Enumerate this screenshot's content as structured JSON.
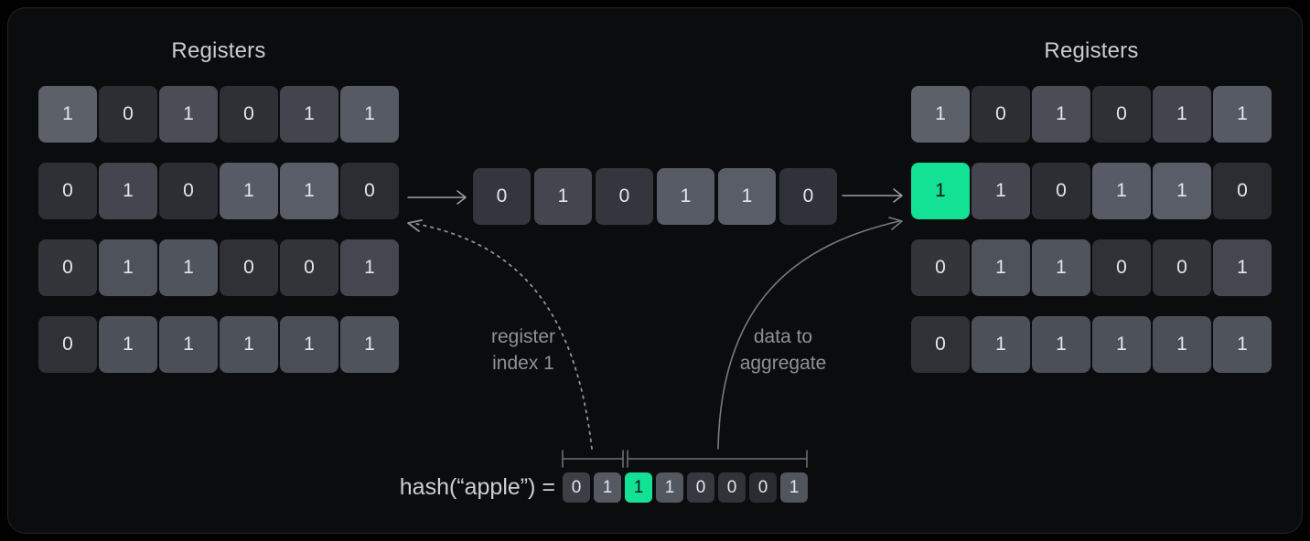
{
  "colors": {
    "background": "#010101",
    "panel": "#0b0c0e",
    "panel_border": "#212326",
    "accent_green": "#13e295",
    "green_cell_text": "#12151a",
    "cell_text": "#e3e6ea",
    "title_text": "#c9cdd2",
    "hash_text": "#ccd0d5",
    "label_text": "#8d9298",
    "arrow_gray": "#9aa0a8",
    "curve_gray": "#767b82"
  },
  "left_registers": {
    "title": "Registers",
    "rows": [
      [
        {
          "v": "1",
          "bg": "#5b6069"
        },
        {
          "v": "0",
          "bg": "#2c2e34"
        },
        {
          "v": "1",
          "bg": "#4a4d56"
        },
        {
          "v": "0",
          "bg": "#2e3036"
        },
        {
          "v": "1",
          "bg": "#42454d"
        },
        {
          "v": "1",
          "bg": "#555a64"
        }
      ],
      [
        {
          "v": "0",
          "bg": "#2e3036"
        },
        {
          "v": "1",
          "bg": "#43464e"
        },
        {
          "v": "0",
          "bg": "#2c2e34"
        },
        {
          "v": "1",
          "bg": "#565b65"
        },
        {
          "v": "1",
          "bg": "#585d68"
        },
        {
          "v": "0",
          "bg": "#2b2d33"
        }
      ],
      [
        {
          "v": "0",
          "bg": "#33353b"
        },
        {
          "v": "1",
          "bg": "#4e525b"
        },
        {
          "v": "1",
          "bg": "#50545d"
        },
        {
          "v": "0",
          "bg": "#2f3137"
        },
        {
          "v": "0",
          "bg": "#323439"
        },
        {
          "v": "1",
          "bg": "#44474f"
        }
      ],
      [
        {
          "v": "0",
          "bg": "#2f3136"
        },
        {
          "v": "1",
          "bg": "#4c5059"
        },
        {
          "v": "1",
          "bg": "#4b4f58"
        },
        {
          "v": "1",
          "bg": "#4d515a"
        },
        {
          "v": "1",
          "bg": "#4a4e56"
        },
        {
          "v": "1",
          "bg": "#4f535c"
        }
      ]
    ]
  },
  "right_registers": {
    "title": "Registers",
    "rows": [
      [
        {
          "v": "1",
          "bg": "#5b6069"
        },
        {
          "v": "0",
          "bg": "#2c2e34"
        },
        {
          "v": "1",
          "bg": "#4a4d56"
        },
        {
          "v": "0",
          "bg": "#2e3036"
        },
        {
          "v": "1",
          "bg": "#42454d"
        },
        {
          "v": "1",
          "bg": "#555a64"
        }
      ],
      [
        {
          "v": "1",
          "bg": "#13e295",
          "fg": "#12151a"
        },
        {
          "v": "1",
          "bg": "#43464e"
        },
        {
          "v": "0",
          "bg": "#2c2e34"
        },
        {
          "v": "1",
          "bg": "#565b65"
        },
        {
          "v": "1",
          "bg": "#585d68"
        },
        {
          "v": "0",
          "bg": "#2b2d33"
        }
      ],
      [
        {
          "v": "0",
          "bg": "#33353b"
        },
        {
          "v": "1",
          "bg": "#4e525b"
        },
        {
          "v": "1",
          "bg": "#50545d"
        },
        {
          "v": "0",
          "bg": "#2f3137"
        },
        {
          "v": "0",
          "bg": "#323439"
        },
        {
          "v": "1",
          "bg": "#44474f"
        }
      ],
      [
        {
          "v": "0",
          "bg": "#2f3136"
        },
        {
          "v": "1",
          "bg": "#4c5059"
        },
        {
          "v": "1",
          "bg": "#4b4f58"
        },
        {
          "v": "1",
          "bg": "#4d515a"
        },
        {
          "v": "1",
          "bg": "#4a4e56"
        },
        {
          "v": "1",
          "bg": "#4f535c"
        }
      ]
    ]
  },
  "extracted_row": {
    "cells": [
      {
        "v": "0",
        "bg": "#33363d"
      },
      {
        "v": "1",
        "bg": "#43464e"
      },
      {
        "v": "0",
        "bg": "#33363d"
      },
      {
        "v": "1",
        "bg": "#565b65"
      },
      {
        "v": "1",
        "bg": "#585d68"
      },
      {
        "v": "0",
        "bg": "#303239"
      }
    ]
  },
  "hash": {
    "label": "hash(“apple”) =",
    "bits": [
      {
        "v": "0",
        "bg": "#3c3f46"
      },
      {
        "v": "1",
        "bg": "#555962"
      },
      {
        "v": "1",
        "bg": "#13e295",
        "fg": "#12151a"
      },
      {
        "v": "1",
        "bg": "#53575f"
      },
      {
        "v": "0",
        "bg": "#36383f"
      },
      {
        "v": "0",
        "bg": "#313339"
      },
      {
        "v": "0",
        "bg": "#2a2c32"
      },
      {
        "v": "1",
        "bg": "#51555e"
      }
    ]
  },
  "annotations": {
    "register_index": {
      "line1": "register",
      "line2": "index 1"
    },
    "data_to_aggregate": {
      "line1": "data to",
      "line2": "aggregate"
    }
  }
}
